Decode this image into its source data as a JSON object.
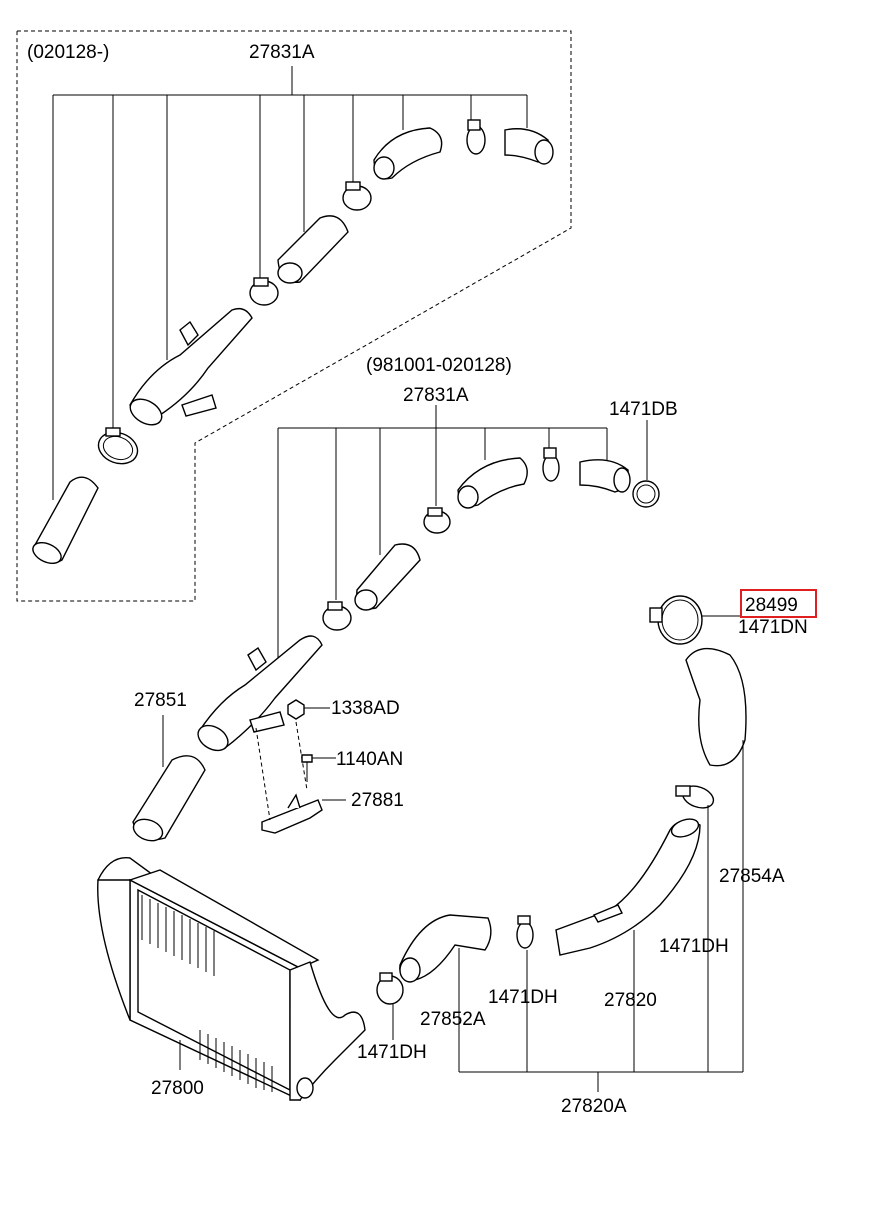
{
  "group_a": {
    "date_range": "(020128-)",
    "part_number": "27831A"
  },
  "group_b": {
    "date_range": "(981001-020128)",
    "part_number": "27831A"
  },
  "labels": {
    "clamp_top_right": "1471DB",
    "highlighted": "28499",
    "clamp_below_highlighted": "1471DN",
    "hose_27851": "27851",
    "nut": "1338AD",
    "bolt": "1140AN",
    "bracket": "27881",
    "hose_27854a": "27854A",
    "clamp_right": "1471DH",
    "clamp_middle": "1471DH",
    "clamp_left": "1471DH",
    "pipe_27820": "27820",
    "hose_27852a": "27852A",
    "intercooler": "27800",
    "assembly": "27820A"
  },
  "colors": {
    "highlight": "#e02020",
    "line": "#000000"
  }
}
